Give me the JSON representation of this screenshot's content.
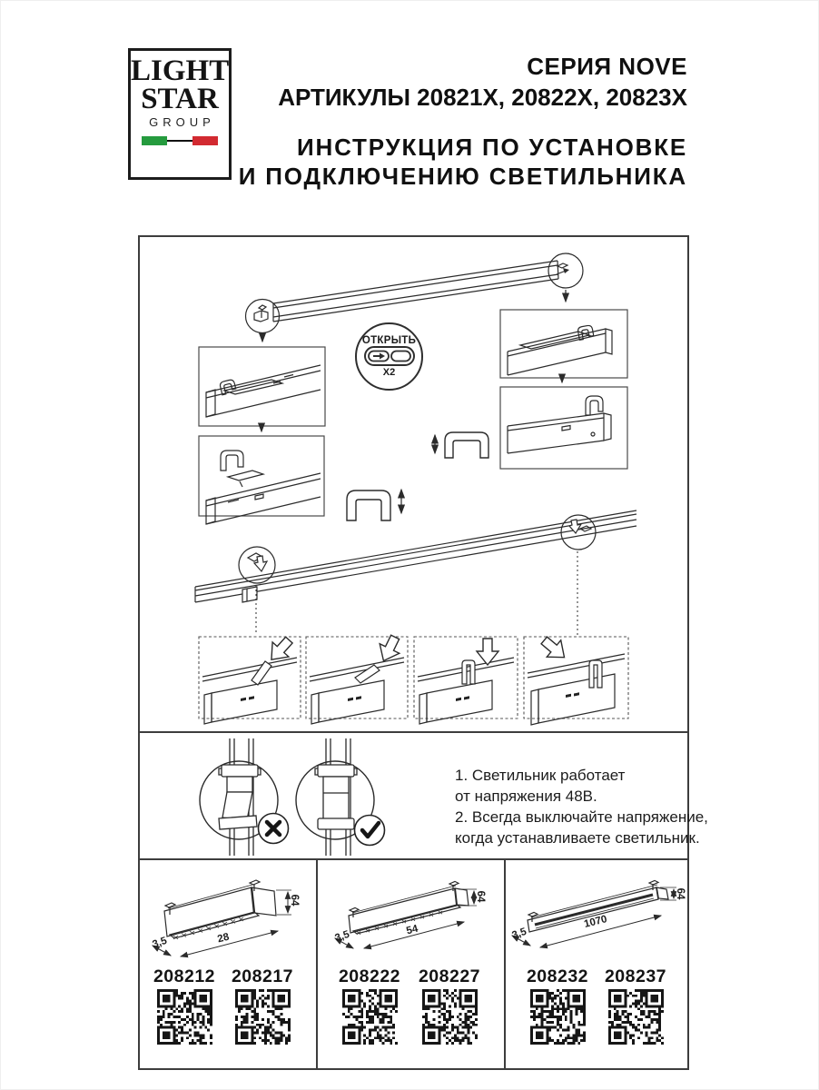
{
  "logo": {
    "line1": "LIGHT",
    "line2": "STAR",
    "line3": "GROUP"
  },
  "header": {
    "series": "СЕРИЯ NOVE",
    "articles_line": "АРТИКУЛЫ 20821X, 20822X, 20823X",
    "title_line1": "ИНСТРУКЦИЯ ПО УСТАНОВКЕ",
    "title_line2": "И ПОДКЛЮЧЕНИЮ СВЕТИЛЬНИКА"
  },
  "installation": {
    "open_badge": {
      "label": "ОТКРЫТЬ",
      "count": "X2"
    }
  },
  "notes": {
    "lines": [
      "1. Светильник работает",
      "от напряжения 48В.",
      "2. Всегда выключайте напряжение,",
      "когда устанавливаете светильник."
    ]
  },
  "products": [
    {
      "length": "28",
      "depth": "3,5",
      "height": "64",
      "articles": [
        "208212",
        "208217"
      ]
    },
    {
      "length": "54",
      "depth": "3,5",
      "height": "64",
      "articles": [
        "208222",
        "208227"
      ]
    },
    {
      "length": "1070",
      "depth": "3,5",
      "height": "64",
      "articles": [
        "208232",
        "208237"
      ]
    }
  ],
  "colors": {
    "ink": "#2b2b2b",
    "flag_green": "#259b3e",
    "flag_red": "#d22a31"
  }
}
